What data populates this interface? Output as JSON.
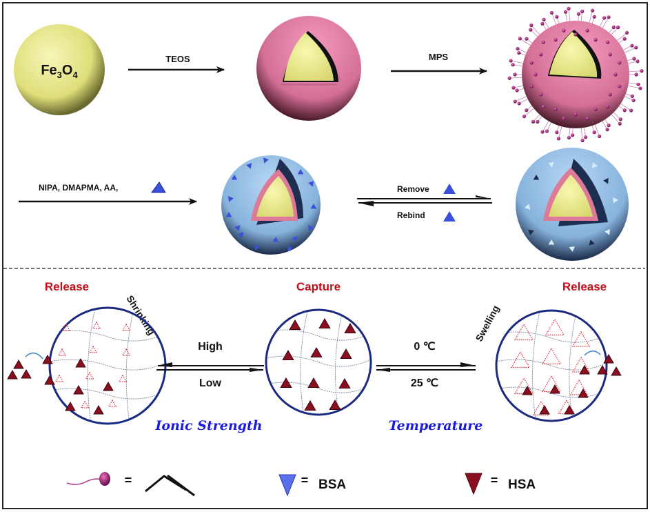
{
  "figure": {
    "synthesis": {
      "core_label": "Fe3O4",
      "core_label_parts": {
        "base1": "Fe",
        "sub1": "3",
        "base2": "O",
        "sub2": "4"
      },
      "step1_reagent": "TEOS",
      "step2_reagent": "MPS",
      "step3_reagents": "NIPA, DMAPMA, AA,",
      "template_forward": "Remove",
      "template_backward": "Rebind"
    },
    "responsive": {
      "left_state": "Release",
      "left_process": "Shrinking",
      "center_state": "Capture",
      "right_state": "Release",
      "right_process": "Swelling",
      "ionic_forward": "High",
      "ionic_backward": "Low",
      "ionic_label": "Ionic Strength",
      "temp_forward": "0 ℃",
      "temp_backward": "25 ℃",
      "temp_label": "Temperature"
    },
    "legend": {
      "equals": "=",
      "vinyl_meaning": "vinyl group",
      "bsa_label": "BSA",
      "hsa_label": "HSA"
    },
    "colors": {
      "core_yellow": "#e8e88a",
      "silica_pink": "#e07aa0",
      "polymer_blue": "#8ab8e0",
      "bsa_blue": "#3a50d8",
      "hsa_red": "#8a1020",
      "release_red": "#c0101a",
      "label_blue": "#1a1ae0",
      "network_navy": "#1a2a80"
    }
  }
}
